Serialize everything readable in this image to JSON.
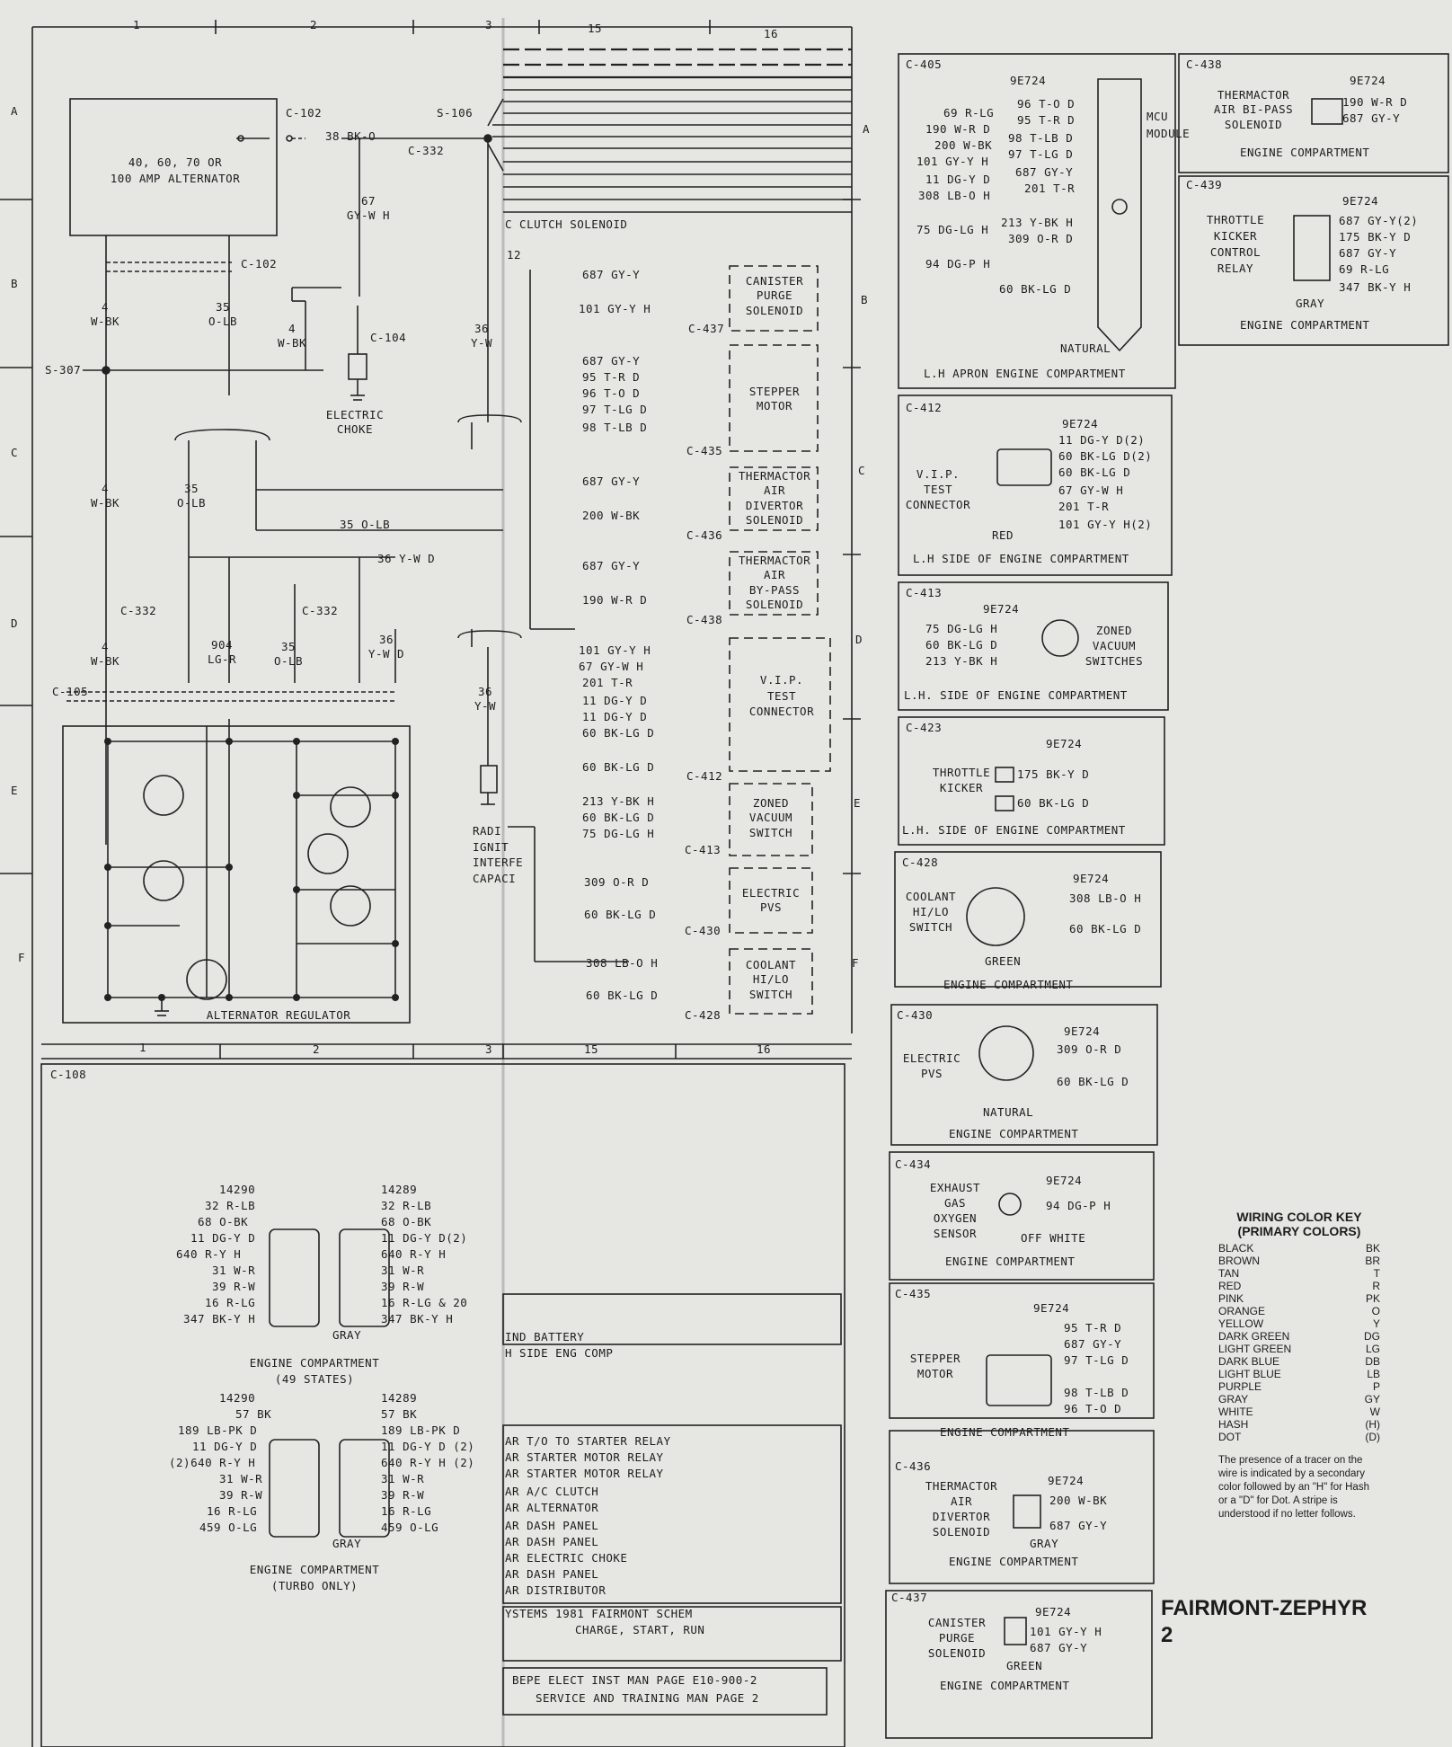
{
  "grid": {
    "top_cols": [
      "1",
      "2",
      "3",
      "15",
      "16"
    ],
    "bottom_cols": [
      "1",
      "2",
      "3",
      "15",
      "16"
    ],
    "rows": [
      "A",
      "B",
      "C",
      "D",
      "E",
      "F"
    ]
  },
  "schematic": {
    "alternator": "40, 60, 70 OR\n100 AMP ALTERNATOR",
    "regulator": "ALTERNATOR REGULATOR",
    "electric_choke": "ELECTRIC\nCHOKE",
    "labels": [
      {
        "id": "c102a",
        "text": "C-102"
      },
      {
        "id": "w38",
        "text": "38 BK-O"
      },
      {
        "id": "s106",
        "text": "S-106"
      },
      {
        "id": "c332a",
        "text": "C-332"
      },
      {
        "id": "w67",
        "text": "67\nGY-W H"
      },
      {
        "id": "c102b",
        "text": "C-102"
      },
      {
        "id": "w4a",
        "text": "4\nW-BK"
      },
      {
        "id": "w35a",
        "text": "35\nO-LB"
      },
      {
        "id": "w4b",
        "text": "4\nW-BK"
      },
      {
        "id": "c104",
        "text": "C-104"
      },
      {
        "id": "s307",
        "text": "S-307"
      },
      {
        "id": "w36a",
        "text": "36\nY-W"
      },
      {
        "id": "w4c",
        "text": "4\nW-BK"
      },
      {
        "id": "w35b",
        "text": "35\nO-LB"
      },
      {
        "id": "w35c",
        "text": "35 O-LB"
      },
      {
        "id": "w36b",
        "text": "36 Y-W D"
      },
      {
        "id": "c332b",
        "text": "C-332"
      },
      {
        "id": "c332c",
        "text": "C-332"
      },
      {
        "id": "w4d",
        "text": "4\nW-BK"
      },
      {
        "id": "w904",
        "text": "904\nLG-R"
      },
      {
        "id": "w35d",
        "text": "35\nO-LB"
      },
      {
        "id": "w36c",
        "text": "36\nY-W D"
      },
      {
        "id": "c105",
        "text": "C-105"
      },
      {
        "id": "w36d",
        "text": "36\nY-W"
      },
      {
        "id": "radi",
        "text": "RADI\nIGNIT\nINTERFE\nCAPACI"
      },
      {
        "id": "clutch",
        "text": "C CLUTCH SOLENOID"
      },
      {
        "id": "n12",
        "text": "12"
      }
    ],
    "components": [
      {
        "name": "CANISTER\nPURGE\nSOLENOID",
        "conn": "C-437",
        "wires": [
          "687 GY-Y",
          "101 GY-Y H"
        ]
      },
      {
        "name": "STEPPER\nMOTOR",
        "conn": "C-435",
        "wires": [
          "687 GY-Y",
          "95 T-R D",
          "96 T-O D",
          "97 T-LG D",
          "98 T-LB D"
        ]
      },
      {
        "name": "THERMACTOR\nAIR\nDIVERTOR\nSOLENOID",
        "conn": "C-436",
        "wires": [
          "687 GY-Y",
          "200 W-BK"
        ]
      },
      {
        "name": "THERMACTOR\nAIR\nBY-PASS\nSOLENOID",
        "conn": "C-438",
        "wires": [
          "687 GY-Y",
          "190 W-R D"
        ]
      },
      {
        "name": "V.I.P.\nTEST\nCONNECTOR",
        "conn": "C-412",
        "wires": [
          "101 GY-Y H",
          "67 GY-W H",
          "201 T-R",
          "11 DG-Y D",
          "11 DG-Y D",
          "60 BK-LG D",
          "60 BK-LG D"
        ]
      },
      {
        "name": "ZONED\nVACUUM\nSWITCH",
        "conn": "C-413",
        "wires": [
          "213 Y-BK H",
          "60 BK-LG D",
          "75 DG-LG H"
        ]
      },
      {
        "name": "ELECTRIC\nPVS",
        "conn": "C-430",
        "wires": [
          "309 O-R D",
          "60 BK-LG D"
        ]
      },
      {
        "name": "COOLANT\nHI/LO\nSWITCH",
        "conn": "C-428",
        "wires": [
          "308 LB-O H",
          "60 BK-LG D"
        ]
      }
    ],
    "row_letters_mid": [
      "A",
      "B",
      "C",
      "D",
      "E",
      "F"
    ]
  },
  "c108": {
    "title": "C-108",
    "a": {
      "left_part": "14290",
      "right_part": "14289",
      "left": [
        "32 R-LB",
        "68 O-BK",
        "11 DG-Y D",
        "640 R-Y H",
        "31 W-R",
        "39 R-W",
        "16 R-LG",
        "347 BK-Y H"
      ],
      "right": [
        "32 R-LB",
        "68 O-BK",
        "11 DG-Y D(2)",
        "640 R-Y H",
        "31 W-R",
        "39 R-W",
        "16 R-LG & 20",
        "347 BK-Y H"
      ],
      "color": "GRAY",
      "caption": "ENGINE COMPARTMENT\n(49 STATES)"
    },
    "b": {
      "left_part": "14290",
      "right_part": "14289",
      "left": [
        "57 BK",
        "189 LB-PK D",
        "11 DG-Y D",
        "(2)640 R-Y H",
        "31 W-R",
        "39 R-W",
        "16 R-LG",
        "459 O-LG"
      ],
      "right": [
        "57 BK",
        "189 LB-PK D",
        "11 DG-Y D (2)",
        "640 R-Y H (2)",
        "31 W-R",
        "39 R-W",
        "16 R-LG",
        "459 O-LG"
      ],
      "color": "GRAY",
      "caption": "ENGINE COMPARTMENT\n(TURBO ONLY)"
    }
  },
  "middle_lower": {
    "box1": [
      "IND BATTERY",
      "H SIDE ENG COMP"
    ],
    "box2": [
      "AR T/O TO STARTER RELAY",
      "AR STARTER MOTOR RELAY",
      "AR STARTER MOTOR RELAY",
      "AR A/C CLUTCH",
      "AR ALTERNATOR",
      "AR DASH PANEL",
      "AR DASH PANEL",
      "AR ELECTRIC CHOKE",
      "AR DASH PANEL",
      "AR DISTRIBUTOR"
    ],
    "box3": [
      "YSTEMS 1981 FAIRMONT SCHEM",
      "CHARGE, START, RUN"
    ],
    "box4": [
      "BEPE ELECT INST MAN PAGE E10-900-2",
      "SERVICE AND TRAINING MAN PAGE 2"
    ]
  },
  "panels": {
    "c405": {
      "title": "C-405",
      "part": "9E724",
      "left": [
        "69 R-LG",
        "190 W-R D",
        "200 W-BK",
        "101 GY-Y H",
        "11 DG-Y D",
        "308 LB-O H",
        "75 DG-LG H",
        "94 DG-P H"
      ],
      "inner": [
        "96 T-O D",
        "95 T-R D",
        "98 T-LB D",
        "97 T-LG D",
        "687 GY-Y",
        "201 T-R",
        "213 Y-BK H",
        "309 O-R D",
        "60 BK-LG D"
      ],
      "side": "MCU\nMODULE",
      "color": "NATURAL",
      "caption": "L.H APRON ENGINE COMPARTMENT"
    },
    "c412": {
      "title": "C-412",
      "part": "9E724",
      "name": "V.I.P.\nTEST\nCONNECTOR",
      "wires": [
        "11 DG-Y D(2)",
        "60 BK-LG D(2)",
        "60 BK-LG D",
        "67 GY-W H",
        "201 T-R",
        "101 GY-Y H(2)"
      ],
      "color": "RED",
      "caption": "L.H SIDE OF ENGINE COMPARTMENT"
    },
    "c413": {
      "title": "C-413",
      "part": "9E724",
      "wires": [
        "75 DG-LG H",
        "60 BK-LG D",
        "213 Y-BK H"
      ],
      "name": "ZONED\nVACUUM\nSWITCHES",
      "caption": "L.H. SIDE OF ENGINE COMPARTMENT"
    },
    "c423": {
      "title": "C-423",
      "part": "9E724",
      "name": "THROTTLE\nKICKER",
      "wires": [
        "175 BK-Y D",
        "60 BK-LG D"
      ],
      "caption": "L.H. SIDE OF ENGINE COMPARTMENT"
    },
    "c428": {
      "title": "C-428",
      "part": "9E724",
      "name": "COOLANT\nHI/LO\nSWITCH",
      "wires": [
        "308 LB-O H",
        "60 BK-LG D"
      ],
      "color": "GREEN",
      "caption": "ENGINE COMPARTMENT"
    },
    "c430": {
      "title": "C-430",
      "part": "9E724",
      "name": "ELECTRIC\nPVS",
      "wires": [
        "309 O-R D",
        "60 BK-LG D"
      ],
      "color": "NATURAL",
      "caption": "ENGINE COMPARTMENT"
    },
    "c434": {
      "title": "C-434",
      "part": "9E724",
      "name": "EXHAUST\nGAS\nOXYGEN\nSENSOR",
      "wires": [
        "94 DG-P H"
      ],
      "color": "OFF WHITE",
      "caption": "ENGINE COMPARTMENT"
    },
    "c435": {
      "title": "C-435",
      "part": "9E724",
      "name": "STEPPER\nMOTOR",
      "wires": [
        "95 T-R D",
        "687 GY-Y",
        "97 T-LG D",
        "98 T-LB D",
        "96 T-O D"
      ],
      "caption": "ENGINE COMPARTMENT"
    },
    "c436": {
      "title": "C-436",
      "part": "9E724",
      "name": "THERMACTOR\nAIR\nDIVERTOR\nSOLENOID",
      "wires": [
        "200 W-BK",
        "687 GY-Y"
      ],
      "color": "GRAY",
      "caption": "ENGINE COMPARTMENT"
    },
    "c437": {
      "title": "C-437",
      "part": "9E724",
      "name": "CANISTER\nPURGE\nSOLENOID",
      "wires": [
        "101 GY-Y H",
        "687 GY-Y"
      ],
      "color": "GREEN",
      "caption": "ENGINE COMPARTMENT"
    },
    "c438": {
      "title": "C-438",
      "part": "9E724",
      "name": "THERMACTOR\nAIR BI-PASS\nSOLENOID",
      "wires": [
        "190 W-R D",
        "687 GY-Y"
      ],
      "caption": "ENGINE COMPARTMENT"
    },
    "c439": {
      "title": "C-439",
      "part": "9E724",
      "name": "THROTTLE\nKICKER\nCONTROL\nRELAY",
      "wires": [
        "687 GY-Y(2)",
        "175 BK-Y D",
        "687 GY-Y",
        "69 R-LG",
        "347 BK-Y H"
      ],
      "color": "GRAY",
      "caption": "ENGINE COMPARTMENT"
    }
  },
  "color_key": {
    "title": "WIRING COLOR KEY",
    "subtitle": "(PRIMARY COLORS)",
    "items": [
      {
        "name": "BLACK",
        "code": "BK"
      },
      {
        "name": "BROWN",
        "code": "BR"
      },
      {
        "name": "TAN",
        "code": "T"
      },
      {
        "name": "RED",
        "code": "R"
      },
      {
        "name": "PINK",
        "code": "PK"
      },
      {
        "name": "ORANGE",
        "code": "O"
      },
      {
        "name": "YELLOW",
        "code": "Y"
      },
      {
        "name": "DARK GREEN",
        "code": "DG"
      },
      {
        "name": "LIGHT GREEN",
        "code": "LG"
      },
      {
        "name": "DARK BLUE",
        "code": "DB"
      },
      {
        "name": "LIGHT BLUE",
        "code": "LB"
      },
      {
        "name": "PURPLE",
        "code": "P"
      },
      {
        "name": "GRAY",
        "code": "GY"
      },
      {
        "name": "WHITE",
        "code": "W"
      },
      {
        "name": "HASH",
        "code": "(H)"
      },
      {
        "name": "DOT",
        "code": "(D)"
      }
    ],
    "note": "The presence of a tracer on the wire is indicated by a secondary color followed by an \"H\" for Hash or a \"D\" for Dot. A stripe is understood if no letter follows."
  },
  "brand": {
    "title": "FAIRMONT-ZEPHYR",
    "page": "2"
  }
}
